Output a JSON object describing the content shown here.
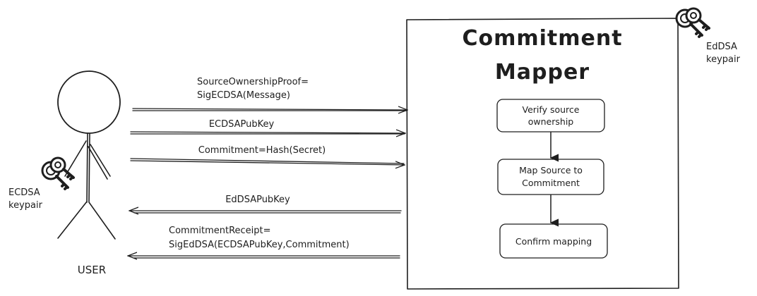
{
  "mapper": {
    "title_line1": "Commitment",
    "title_line2": "Mapper",
    "steps": [
      {
        "line1": "Verify source",
        "line2": "ownership"
      },
      {
        "line1": "Map Source to",
        "line2": "Commitment"
      },
      {
        "line1": "Confirm mapping",
        "line2": ""
      }
    ]
  },
  "keypairs": {
    "eddsa": {
      "line1": "EdDSA",
      "line2": "keypair",
      "icon": "key-icon"
    },
    "ecdsa": {
      "line1": "ECDSA",
      "line2": "keypair",
      "icon": "key-icon"
    }
  },
  "user": {
    "label": "USER",
    "icon": "stick-figure-icon"
  },
  "messages": {
    "to_mapper": [
      {
        "line1": "SourceOwnershipProof=",
        "line2": "SigECDSA(Message)"
      },
      {
        "line1": "ECDSAPubKey",
        "line2": ""
      },
      {
        "line1": "Commitment=Hash(Secret)",
        "line2": ""
      }
    ],
    "to_user": [
      {
        "line1": "EdDSAPubKey",
        "line2": ""
      },
      {
        "line1": "CommitmentReceipt=",
        "line2": "SigEdDSA(ECDSAPubKey,Commitment)"
      }
    ]
  }
}
